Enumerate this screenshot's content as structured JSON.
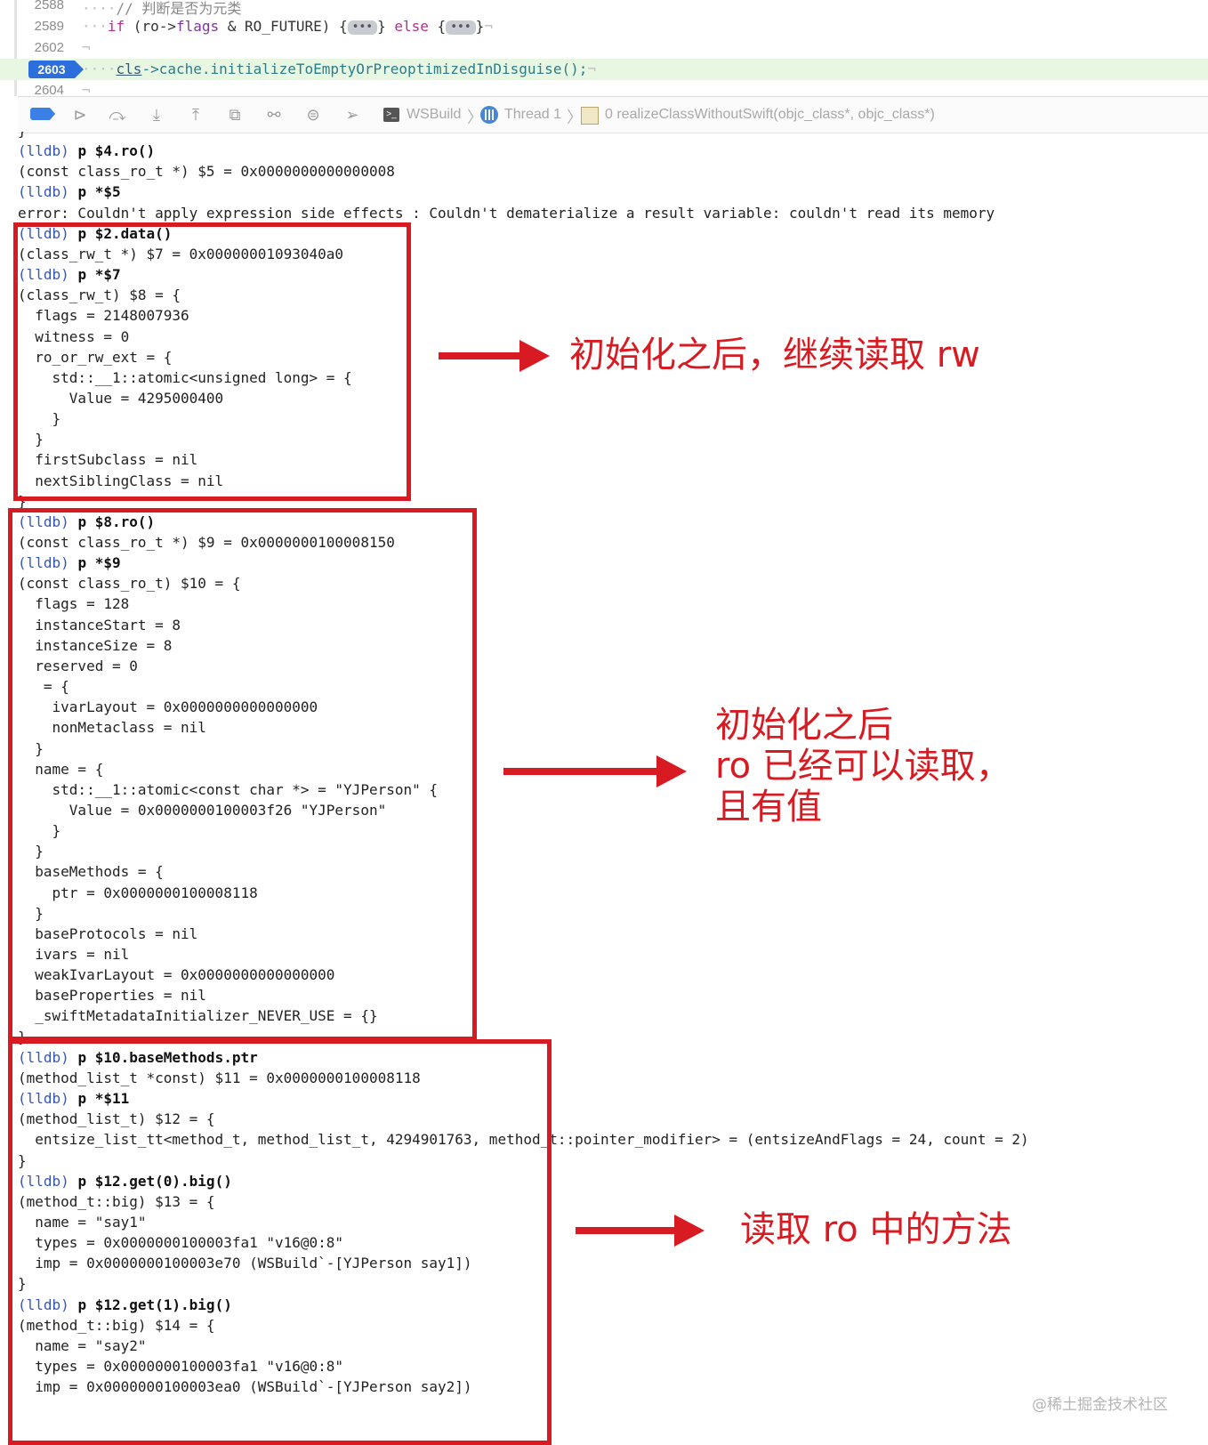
{
  "editor": {
    "lines": [
      {
        "num": "2588",
        "text": "// 判断是否为元类"
      },
      {
        "num": "2589",
        "kw_if": "if",
        "cond": " (ro->",
        "field": "flags",
        "mask": " & RO_FUTURE) {",
        "pill": "•••",
        "mid": "} ",
        "kw_else": "else",
        "mid2": " {",
        "pill2": "•••",
        "end": "}"
      },
      {
        "num": "2602",
        "text": ""
      },
      {
        "num": "2603",
        "obj": "cls",
        "rest": "->cache.initializeToEmptyOrPreoptimizedInDisguise();"
      },
      {
        "num": "2604",
        "text": ""
      }
    ]
  },
  "toolbar": {
    "target": "WSBuild",
    "thread": "Thread 1",
    "frame": "0 realizeClassWithoutSwift(objc_class*, objc_class*)"
  },
  "console": {
    "lines": [
      {
        "t": "}"
      },
      {
        "p": "(lldb)",
        "c": "p $4.ro()"
      },
      {
        "t": "(const class_ro_t *) $5 = 0x0000000000000008"
      },
      {
        "p": "(lldb)",
        "c": "p *$5"
      },
      {
        "t": "error: Couldn't apply expression side effects : Couldn't dematerialize a result variable: couldn't read its memory"
      },
      {
        "p": "(lldb)",
        "c": "p $2.data()"
      },
      {
        "t": "(class_rw_t *) $7 = 0x00000001093040a0"
      },
      {
        "p": "(lldb)",
        "c": "p *$7"
      },
      {
        "t": "(class_rw_t) $8 = {"
      },
      {
        "t": "  flags = 2148007936"
      },
      {
        "t": "  witness = 0"
      },
      {
        "t": "  ro_or_rw_ext = {"
      },
      {
        "t": "    std::__1::atomic<unsigned long> = {"
      },
      {
        "t": "      Value = 4295000400"
      },
      {
        "t": "    }"
      },
      {
        "t": "  }"
      },
      {
        "t": "  firstSubclass = nil"
      },
      {
        "t": "  nextSiblingClass = nil"
      },
      {
        "t": "}"
      },
      {
        "p": "(lldb)",
        "c": "p $8.ro()"
      },
      {
        "t": "(const class_ro_t *) $9 = 0x0000000100008150"
      },
      {
        "p": "(lldb)",
        "c": "p *$9"
      },
      {
        "t": "(const class_ro_t) $10 = {"
      },
      {
        "t": "  flags = 128"
      },
      {
        "t": "  instanceStart = 8"
      },
      {
        "t": "  instanceSize = 8"
      },
      {
        "t": "  reserved = 0"
      },
      {
        "t": "   = {"
      },
      {
        "t": "    ivarLayout = 0x0000000000000000"
      },
      {
        "t": "    nonMetaclass = nil"
      },
      {
        "t": "  }"
      },
      {
        "t": "  name = {"
      },
      {
        "t": "    std::__1::atomic<const char *> = \"YJPerson\" {"
      },
      {
        "t": "      Value = 0x0000000100003f26 \"YJPerson\""
      },
      {
        "t": "    }"
      },
      {
        "t": "  }"
      },
      {
        "t": "  baseMethods = {"
      },
      {
        "t": "    ptr = 0x0000000100008118"
      },
      {
        "t": "  }"
      },
      {
        "t": "  baseProtocols = nil"
      },
      {
        "t": "  ivars = nil"
      },
      {
        "t": "  weakIvarLayout = 0x0000000000000000"
      },
      {
        "t": "  baseProperties = nil"
      },
      {
        "t": "  _swiftMetadataInitializer_NEVER_USE = {}"
      },
      {
        "t": "}"
      },
      {
        "p": "(lldb)",
        "c": "p $10.baseMethods.ptr"
      },
      {
        "t": "(method_list_t *const) $11 = 0x0000000100008118"
      },
      {
        "p": "(lldb)",
        "c": "p *$11"
      },
      {
        "t": "(method_list_t) $12 = {"
      },
      {
        "t": "  entsize_list_tt<method_t, method_list_t, 4294901763, method_t::pointer_modifier> = (entsizeAndFlags = 24, count = 2)"
      },
      {
        "t": "}"
      },
      {
        "p": "(lldb)",
        "c": "p $12.get(0).big()"
      },
      {
        "t": "(method_t::big) $13 = {"
      },
      {
        "t": "  name = \"say1\""
      },
      {
        "t": "  types = 0x0000000100003fa1 \"v16@0:8\""
      },
      {
        "t": "  imp = 0x0000000100003e70 (WSBuild`-[YJPerson say1])"
      },
      {
        "t": "}"
      },
      {
        "p": "(lldb)",
        "c": "p $12.get(1).big()"
      },
      {
        "t": "(method_t::big) $14 = {"
      },
      {
        "t": "  name = \"say2\""
      },
      {
        "t": "  types = 0x0000000100003fa1 \"v16@0:8\""
      },
      {
        "t": "  imp = 0x0000000100003ea0 (WSBuild`-[YJPerson say2])"
      }
    ]
  },
  "annotations": {
    "a1": "初始化之后，继续读取 rw",
    "a2": "初始化之后\nro 已经可以读取，\n且有值",
    "a3": "读取 ro 中的方法"
  },
  "watermark": "@稀土掘金技术社区",
  "colors": {
    "annotation": "#d81b22",
    "prompt": "#3556b8",
    "current_line": "#e8f7e2",
    "line_badge": "#2c6fdc"
  }
}
